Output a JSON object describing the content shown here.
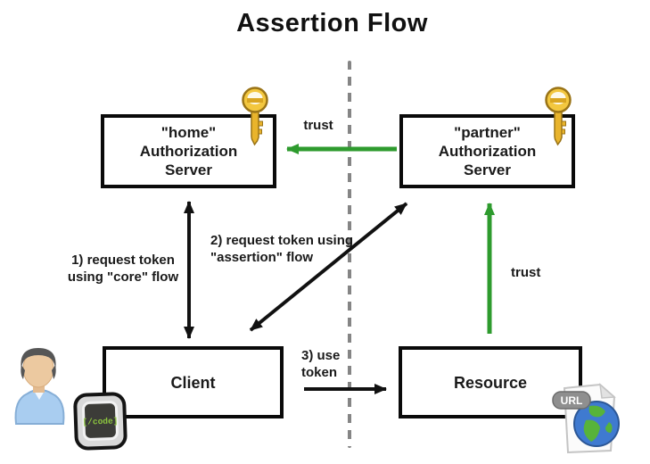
{
  "title": "Assertion Flow",
  "colors": {
    "arrow_black": "#111111",
    "arrow_green": "#2e9b2e",
    "box_border": "#0a0a0a",
    "dashed_divider": "#858585",
    "key_gold": "#eebb33",
    "url_badge_gray": "#8f8f8f",
    "code_text_green": "#8dc63f"
  },
  "nodes": {
    "home_server": {
      "line1": "\"home\"",
      "line2": "Authorization",
      "line3": "Server"
    },
    "partner_server": {
      "line1": "\"partner\"",
      "line2": "Authorization",
      "line3": "Server"
    },
    "client": {
      "label": "Client"
    },
    "resource": {
      "label": "Resource"
    }
  },
  "labels": {
    "trust_top": "trust",
    "trust_right": "trust",
    "flow1_line1": "1) request token",
    "flow1_line2": "using \"core\" flow",
    "flow2_line1": "2) request token using",
    "flow2_line2": "\"assertion\" flow",
    "flow3_line1": "3) use",
    "flow3_line2": "token"
  },
  "icons": {
    "code_screen_text": "[/code]",
    "url_badge_text": "URL"
  }
}
